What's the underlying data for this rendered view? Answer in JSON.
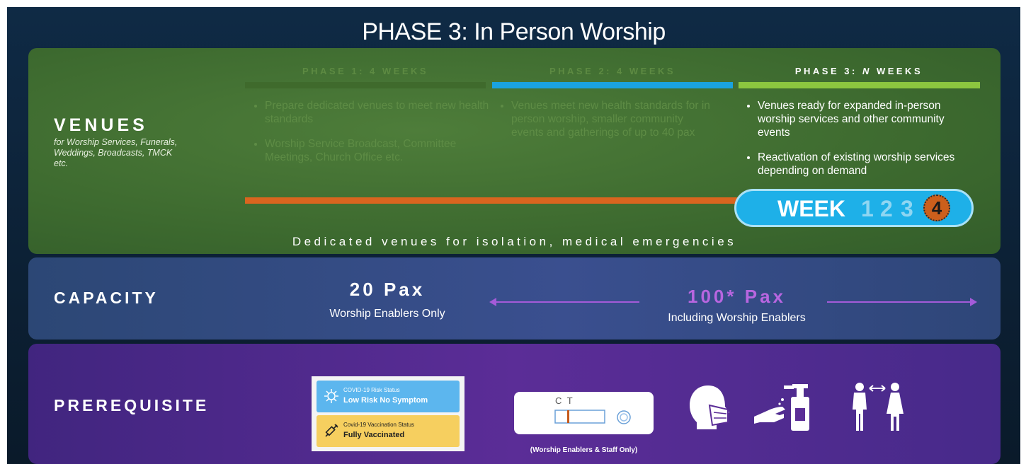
{
  "title": "PHASE 3: In Person Worship",
  "venues": {
    "heading": "VENUES",
    "subheading": "for Worship Services, Funerals, Weddings, Broadcasts, TMCK etc.",
    "phases": [
      {
        "label_prefix": "PHASE 1: ",
        "label_suffix": "4 WEEKS",
        "bar_color": "#3f6a2c",
        "state": "inactive",
        "items": [
          "Prepare dedicated venues to meet new health standards",
          "Worship Service Broadcast, Committee Meetings, Church Office etc."
        ]
      },
      {
        "label_prefix": "PHASE 2: ",
        "label_suffix": "4 WEEKS",
        "bar_color": "#1aa3e0",
        "state": "inactive",
        "items": [
          "Venues meet new health standards for in person worship, smaller community events and gatherings of up to 40 pax"
        ]
      },
      {
        "label_prefix": "PHASE 3: ",
        "label_emph": "N",
        "label_suffix": " WEEKS",
        "bar_color": "#8cc63f",
        "state": "active",
        "items": [
          "Venues ready for expanded in-person worship services and other community events",
          "Reactivation of existing worship services depending on demand"
        ]
      }
    ],
    "week": {
      "label": "WEEK",
      "numbers": [
        "1",
        "2",
        "3"
      ],
      "current": "4"
    },
    "isolation_note": "Dedicated venues for isolation, medical emergencies",
    "timeline_color": "#d9651f"
  },
  "capacity": {
    "heading": "CAPACITY",
    "current": {
      "value": "20 Pax",
      "desc": "Worship Enablers Only",
      "color": "#ffffff"
    },
    "next": {
      "value": "100* Pax",
      "desc": "Including Worship Enablers",
      "color": "#b866e0"
    }
  },
  "prerequisite": {
    "heading": "PREREQUISITE",
    "risk_status": {
      "label": "COVID-19 Risk Status",
      "value": "Low Risk No Symptom",
      "icon": "virus-icon"
    },
    "vaccination_status": {
      "label": "Covid-19 Vaccination Status",
      "value": "Fully Vaccinated",
      "icon": "syringe-icon"
    },
    "test_kit": {
      "marks": "C  T",
      "caption": "(Worship Enablers & Staff Only)",
      "icon": "antigen-test-kit-icon"
    },
    "icons": [
      "face-mask-icon",
      "hand-sanitizer-icon",
      "social-distancing-icon"
    ]
  }
}
